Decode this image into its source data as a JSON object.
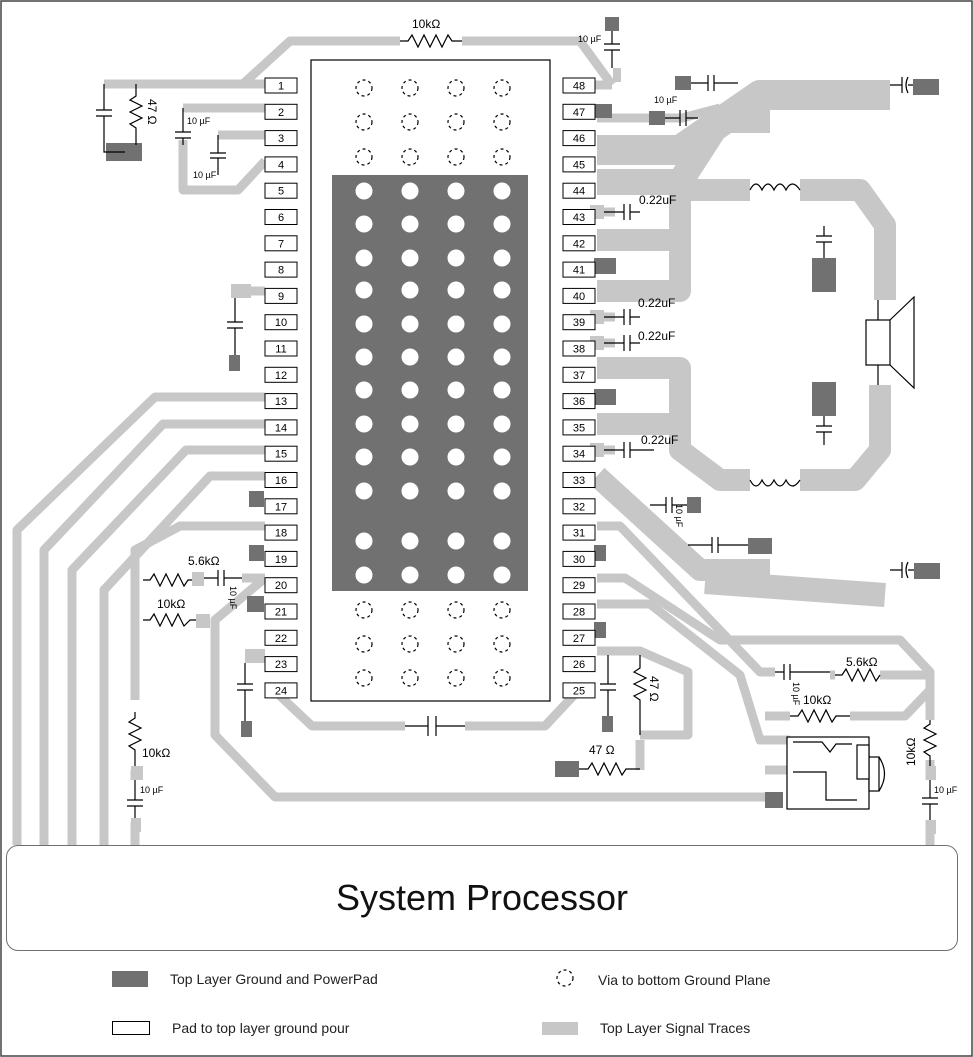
{
  "pins_left": [
    "1",
    "2",
    "3",
    "4",
    "5",
    "6",
    "7",
    "8",
    "9",
    "10",
    "11",
    "12",
    "13",
    "14",
    "15",
    "16",
    "17",
    "18",
    "19",
    "20",
    "21",
    "22",
    "23",
    "24"
  ],
  "pins_right": [
    "48",
    "47",
    "46",
    "45",
    "44",
    "43",
    "42",
    "41",
    "40",
    "39",
    "38",
    "37",
    "36",
    "35",
    "34",
    "33",
    "32",
    "31",
    "30",
    "29",
    "28",
    "27",
    "26",
    "25"
  ],
  "labels": {
    "r_top": "10kΩ",
    "c_top": "10 µF",
    "r_pin1": "47 Ω",
    "c_pin2": "10 µF",
    "c_pin4": "10 µF",
    "c_spk_top": "10 µF",
    "c43": "0.22uF",
    "c39": "0.22uF",
    "c38": "0.22uF",
    "c34": "0.22uF",
    "c32": "10 µF",
    "r20": "5.6kΩ",
    "c20": "10 µF",
    "r21": "10kΩ",
    "r_left": "10kΩ",
    "c_left": "10 µF",
    "r26": "47 Ω",
    "r25": "47 Ω",
    "r_hp1": "5.6kΩ",
    "c_hp": "10 µF",
    "r_hp2": "10kΩ",
    "r_right": "10kΩ",
    "c_right": "10 µF"
  },
  "processor_label": "System Processor",
  "legend": {
    "ground": "Top Layer Ground and PowerPad",
    "via": "Via to bottom Ground Plane",
    "pad": "Pad to top layer ground pour",
    "trace": "Top Layer Signal Traces"
  },
  "colors": {
    "ground": "#717171",
    "trace": "#c7c7c7"
  }
}
